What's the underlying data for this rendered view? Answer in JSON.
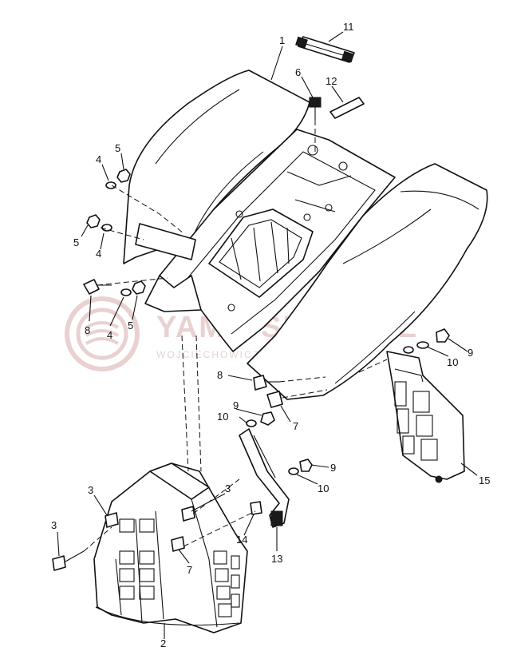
{
  "diagram": {
    "callouts": {
      "c1": "1",
      "c2": "2",
      "c3a": "3",
      "c3b": "3",
      "c3c": "3",
      "c4a": "4",
      "c4b": "4",
      "c4c": "4",
      "c5a": "5",
      "c5b": "5",
      "c5c": "5",
      "c6": "6",
      "c7a": "7",
      "c7b": "7",
      "c8a": "8",
      "c8b": "8",
      "c9a": "9",
      "c9b": "9",
      "c9c": "9",
      "c10a": "10",
      "c10b": "10",
      "c10c": "10",
      "c11": "11",
      "c12": "12",
      "c13": "13",
      "c14": "14",
      "c15": "15"
    }
  },
  "watermark": {
    "title": "YAMA-SKLEP.PL",
    "subtitle": "WOJCIECHOWICZ | DEALER YAMAHA",
    "color": "#e6c9c9"
  }
}
